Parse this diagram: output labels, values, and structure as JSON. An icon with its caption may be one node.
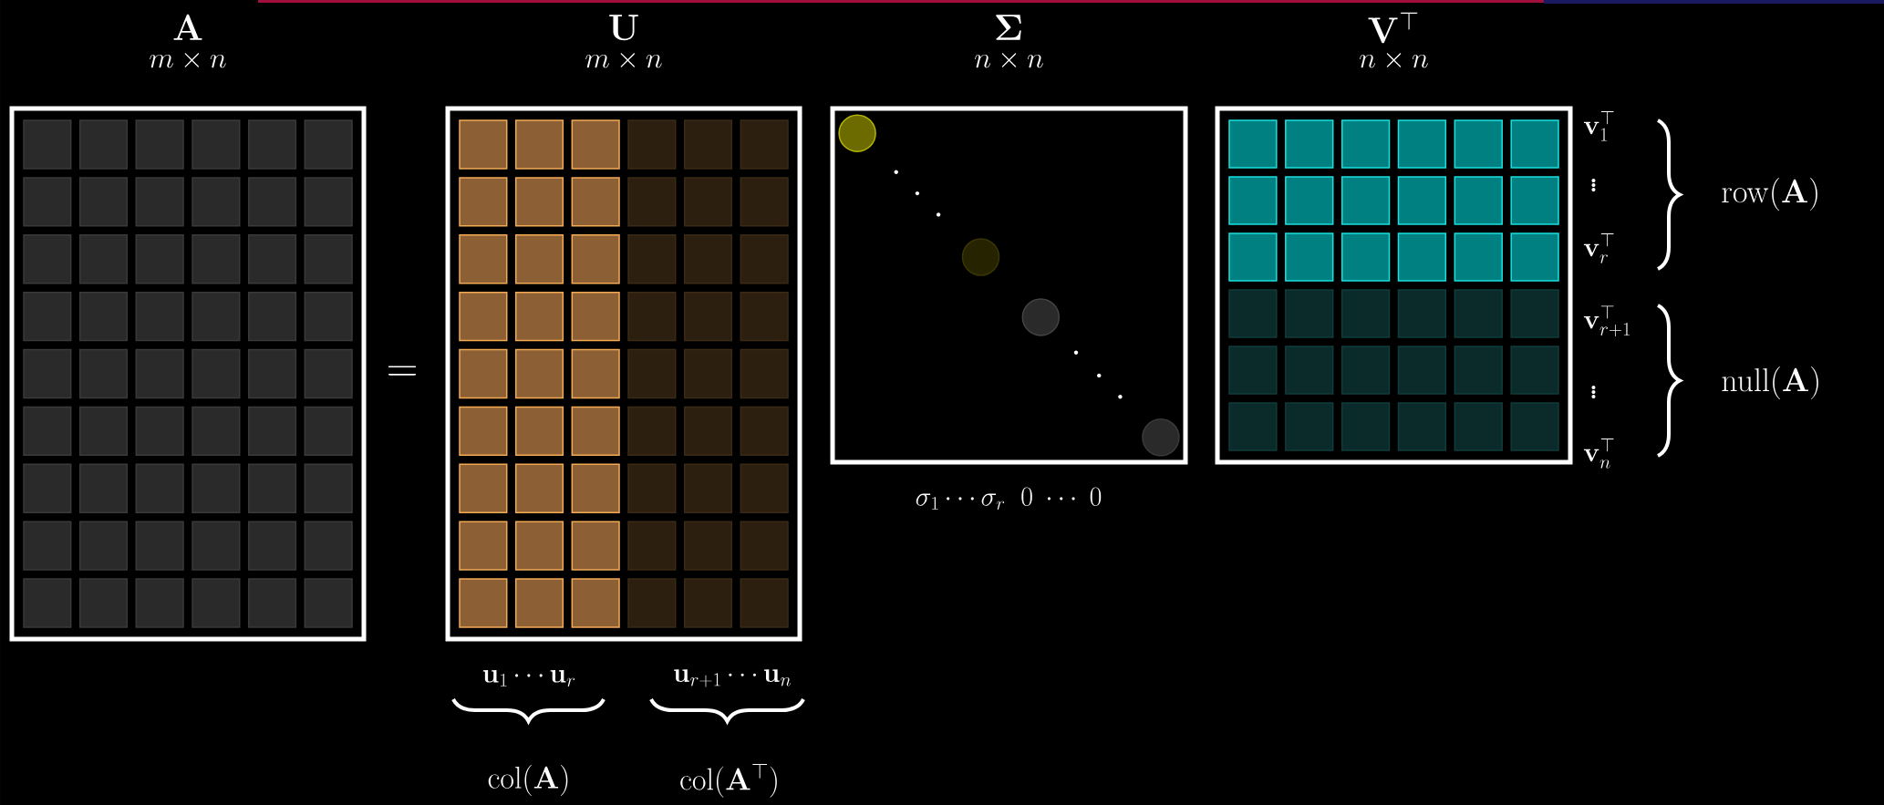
{
  "diagram": {
    "nodes": [
      {
        "text": [
          "m \\times n"
        ]
      },
      {
        "text": [
          "m \\times n"
        ],
        "beside": [
          "\\mathbf{u}_1 \\cdots \\mathbf{u}_r",
          "\\mathbf{u}_{r+1} \\cdots \\mathbf{u}_n"
        ]
      },
      {
        "text": [
          "n \\times n"
        ],
        "beside": [
          "\\sigma_1 \\cdots \\sigma_r \\;\\; 0 \\;\\cdots\\; 0"
        ]
      },
      {
        "text": [
          "n \\times n"
        ],
        "beside": [
          "\\mathbf{v}_1^\\top",
          "\\vdots",
          "\\mathbf{v}_r^\\top",
          "\\mathbf{v}_{r+1}^\\top",
          "\\vdots",
          "\\mathbf{v}_n^\\top"
        ]
      }
    ],
    "labels": [
      "\\mathbf{A}",
      "\\mathbf{U}",
      "\\mathbf{\\Sigma}",
      "\\mathbf{V}^\\top",
      "=",
      "\\mathrm{col}(\\mathbf{A})",
      "\\mathrm{col}(\\mathbf{A}^\\top)",
      "\\mathrm{row}(\\mathbf{A})",
      "\\mathrm{null}(\\mathbf{A})"
    ]
  }
}
